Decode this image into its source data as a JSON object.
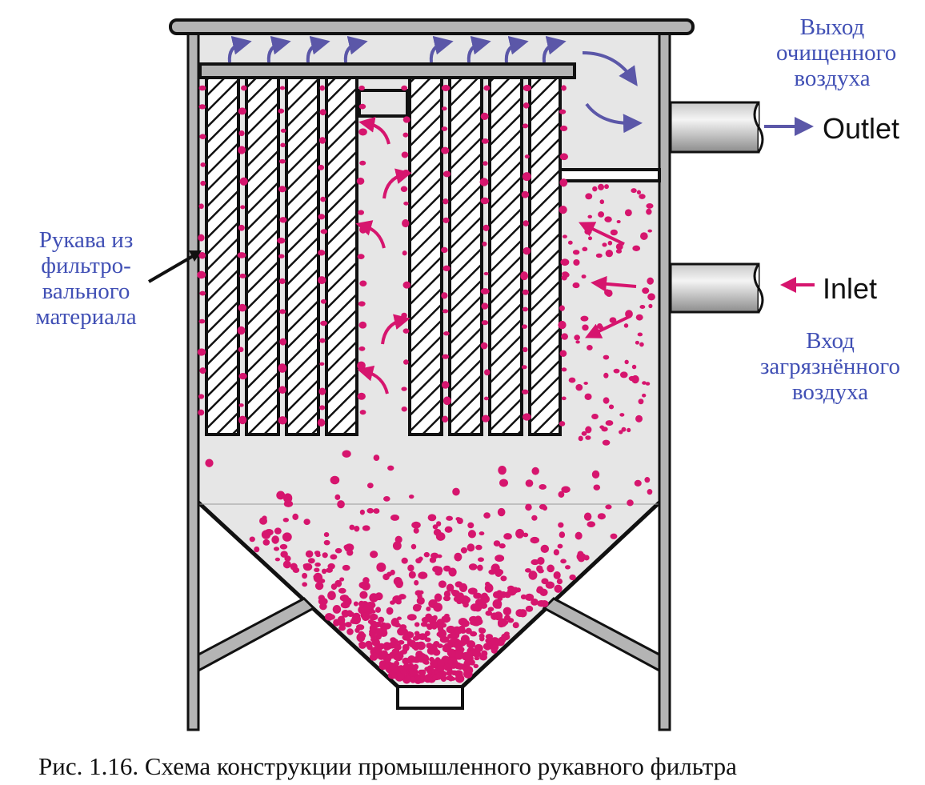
{
  "labels": {
    "outlet_ru": [
      "Выход",
      "очищенного",
      "воздуха"
    ],
    "outlet_en": "Outlet",
    "inlet_ru": [
      "Вход",
      "загрязнённого",
      "воздуха"
    ],
    "inlet_en": "Inlet",
    "bags_ru": [
      "Рукава из",
      "фильтро-",
      "вального",
      "материала"
    ]
  },
  "caption": "Рис. 1.16. Схема конструкции промышленного рукавного фильтра",
  "colors": {
    "dust": "#d6156e",
    "clean_air_arrow": "#5b57a8",
    "label_text": "#4150b5",
    "housing_fill": "#e6e6e6",
    "metal": "#b4b4b4"
  }
}
